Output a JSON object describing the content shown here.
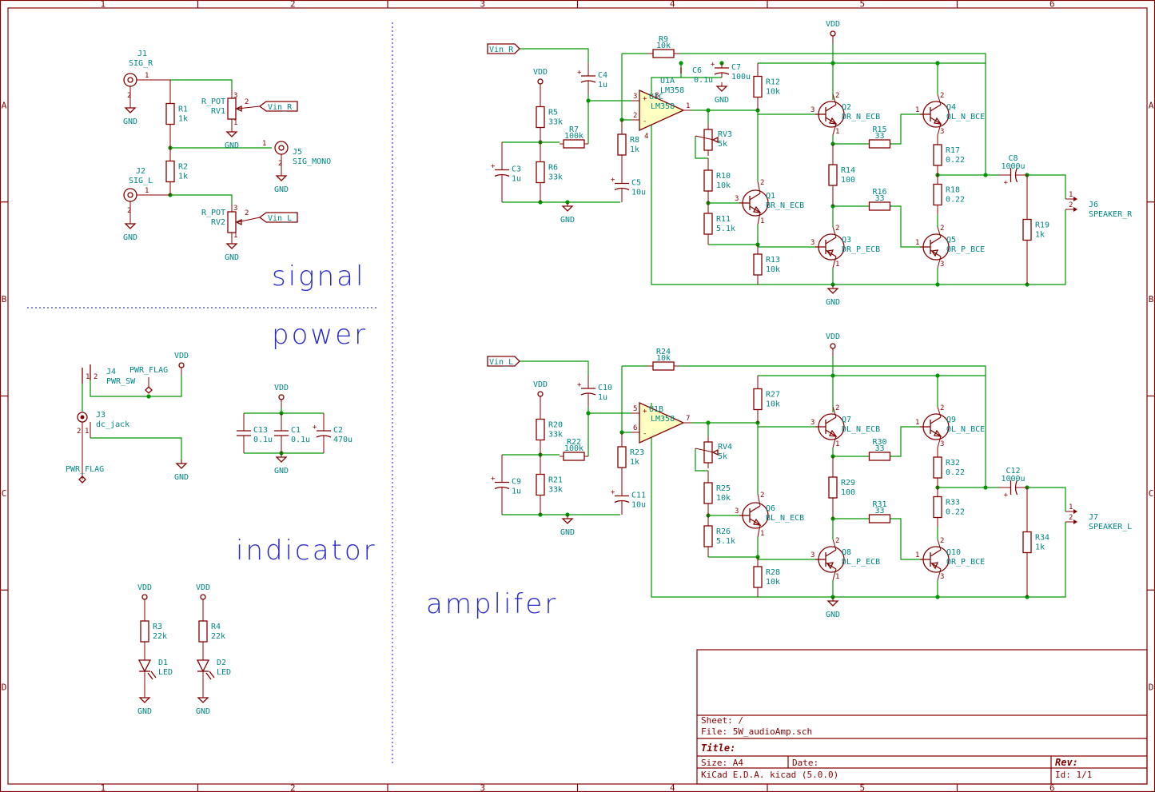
{
  "frame": {
    "cols": [
      "1",
      "2",
      "3",
      "4",
      "5",
      "6"
    ],
    "rows": [
      "A",
      "B",
      "C",
      "D"
    ]
  },
  "sections": {
    "signal": "signal",
    "power": "power",
    "indicator": "indicator",
    "amplifier": "amplifer"
  },
  "title_block": {
    "sheet": "Sheet: /",
    "file": "File: 5W_audioAmp.sch",
    "title": "Title:",
    "size": "Size: A4",
    "date": "Date:",
    "rev": "Rev:",
    "tool": "KiCad E.D.A.  kicad (5.0.0)",
    "id": "Id: 1/1"
  },
  "nets": {
    "vdd": "VDD",
    "gnd": "GND",
    "pwr_flag": "PWR_FLAG",
    "vin_r": "Vin_R",
    "vin_l": "Vin_L"
  },
  "signal": {
    "J1": {
      "ref": "J1",
      "val": "SIG_R"
    },
    "J2": {
      "ref": "J2",
      "val": "SIG_L"
    },
    "J5": {
      "ref": "J5",
      "val": "SIG_MONO"
    },
    "R1": {
      "ref": "R1",
      "val": "1k"
    },
    "R2": {
      "ref": "R2",
      "val": "1k"
    },
    "RV1": {
      "ref": "RV1",
      "val": "R_POT"
    },
    "RV2": {
      "ref": "RV2",
      "val": "R_POT"
    }
  },
  "power": {
    "J4": {
      "ref": "J4",
      "val": "PWR_SW"
    },
    "J3": {
      "ref": "J3",
      "val": "dc_jack"
    },
    "C13": {
      "ref": "C13",
      "val": "0.1u"
    },
    "C1": {
      "ref": "C1",
      "val": "0.1u"
    },
    "C2": {
      "ref": "C2",
      "val": "470u"
    }
  },
  "indicator": {
    "R3": {
      "ref": "R3",
      "val": "22k"
    },
    "R4": {
      "ref": "R4",
      "val": "22k"
    },
    "D1": {
      "ref": "D1",
      "val": "LED"
    },
    "D2": {
      "ref": "D2",
      "val": "LED"
    }
  },
  "amp_r": {
    "R9": {
      "ref": "R9",
      "val": "10k"
    },
    "C4": {
      "ref": "C4",
      "val": "1u"
    },
    "R5": {
      "ref": "R5",
      "val": "33k"
    },
    "R7": {
      "ref": "R7",
      "val": "100k"
    },
    "R6": {
      "ref": "R6",
      "val": "33k"
    },
    "C3": {
      "ref": "C3",
      "val": "1u"
    },
    "R8": {
      "ref": "R8",
      "val": "1k"
    },
    "C5": {
      "ref": "C5",
      "val": "10u"
    },
    "U1A": {
      "ref": "U1A",
      "val": "LM358"
    },
    "U1C": {
      "ref": "U1C",
      "val": "LM358"
    },
    "C6": {
      "ref": "C6",
      "val": "0.1u"
    },
    "C7": {
      "ref": "C7",
      "val": "100u"
    },
    "RV3": {
      "ref": "RV3",
      "val": "5k"
    },
    "R10": {
      "ref": "R10",
      "val": "10k"
    },
    "R11": {
      "ref": "R11",
      "val": "5.1k"
    },
    "R12": {
      "ref": "R12",
      "val": "10k"
    },
    "R13": {
      "ref": "R13",
      "val": "10k"
    },
    "Q1": {
      "ref": "Q1",
      "val": "BR_N_ECB"
    },
    "Q2": {
      "ref": "Q2",
      "val": "DR_N_ECB"
    },
    "Q3": {
      "ref": "Q3",
      "val": "DR_P_ECB"
    },
    "Q4": {
      "ref": "Q4",
      "val": "OL_N_BCE"
    },
    "Q5": {
      "ref": "Q5",
      "val": "OR_P_BCE"
    },
    "R14": {
      "ref": "R14",
      "val": "100"
    },
    "R15": {
      "ref": "R15",
      "val": "33"
    },
    "R16": {
      "ref": "R16",
      "val": "33"
    },
    "R17": {
      "ref": "R17",
      "val": "0.22"
    },
    "R18": {
      "ref": "R18",
      "val": "0.22"
    },
    "C8": {
      "ref": "C8",
      "val": "1000u"
    },
    "R19": {
      "ref": "R19",
      "val": "1k"
    },
    "J6": {
      "ref": "J6",
      "val": "SPEAKER_R"
    }
  },
  "amp_l": {
    "R24": {
      "ref": "R24",
      "val": "10k"
    },
    "C10": {
      "ref": "C10",
      "val": "1u"
    },
    "R20": {
      "ref": "R20",
      "val": "33k"
    },
    "R22": {
      "ref": "R22",
      "val": "100k"
    },
    "R21": {
      "ref": "R21",
      "val": "33k"
    },
    "C9": {
      "ref": "C9",
      "val": "1u"
    },
    "R23": {
      "ref": "R23",
      "val": "1k"
    },
    "C11": {
      "ref": "C11",
      "val": "10u"
    },
    "U1B": {
      "ref": "U1B",
      "val": "LM358"
    },
    "RV4": {
      "ref": "RV4",
      "val": "5k"
    },
    "R25": {
      "ref": "R25",
      "val": "10k"
    },
    "R26": {
      "ref": "R26",
      "val": "5.1k"
    },
    "R27": {
      "ref": "R27",
      "val": "10k"
    },
    "R28": {
      "ref": "R28",
      "val": "10k"
    },
    "Q6": {
      "ref": "Q6",
      "val": "BL_N_ECB"
    },
    "Q7": {
      "ref": "Q7",
      "val": "DL_N_ECB"
    },
    "Q8": {
      "ref": "Q8",
      "val": "DL_P_ECB"
    },
    "Q9": {
      "ref": "Q9",
      "val": "OL_N_BCE"
    },
    "Q10": {
      "ref": "Q10",
      "val": "OR_P_BCE"
    },
    "R29": {
      "ref": "R29",
      "val": "100"
    },
    "R30": {
      "ref": "R30",
      "val": "33"
    },
    "R31": {
      "ref": "R31",
      "val": "33"
    },
    "R32": {
      "ref": "R32",
      "val": "0.22"
    },
    "R33": {
      "ref": "R33",
      "val": "0.22"
    },
    "C12": {
      "ref": "C12",
      "val": "1000u"
    },
    "R34": {
      "ref": "R34",
      "val": "1k"
    },
    "J7": {
      "ref": "J7",
      "val": "SPEAKER_L"
    }
  }
}
